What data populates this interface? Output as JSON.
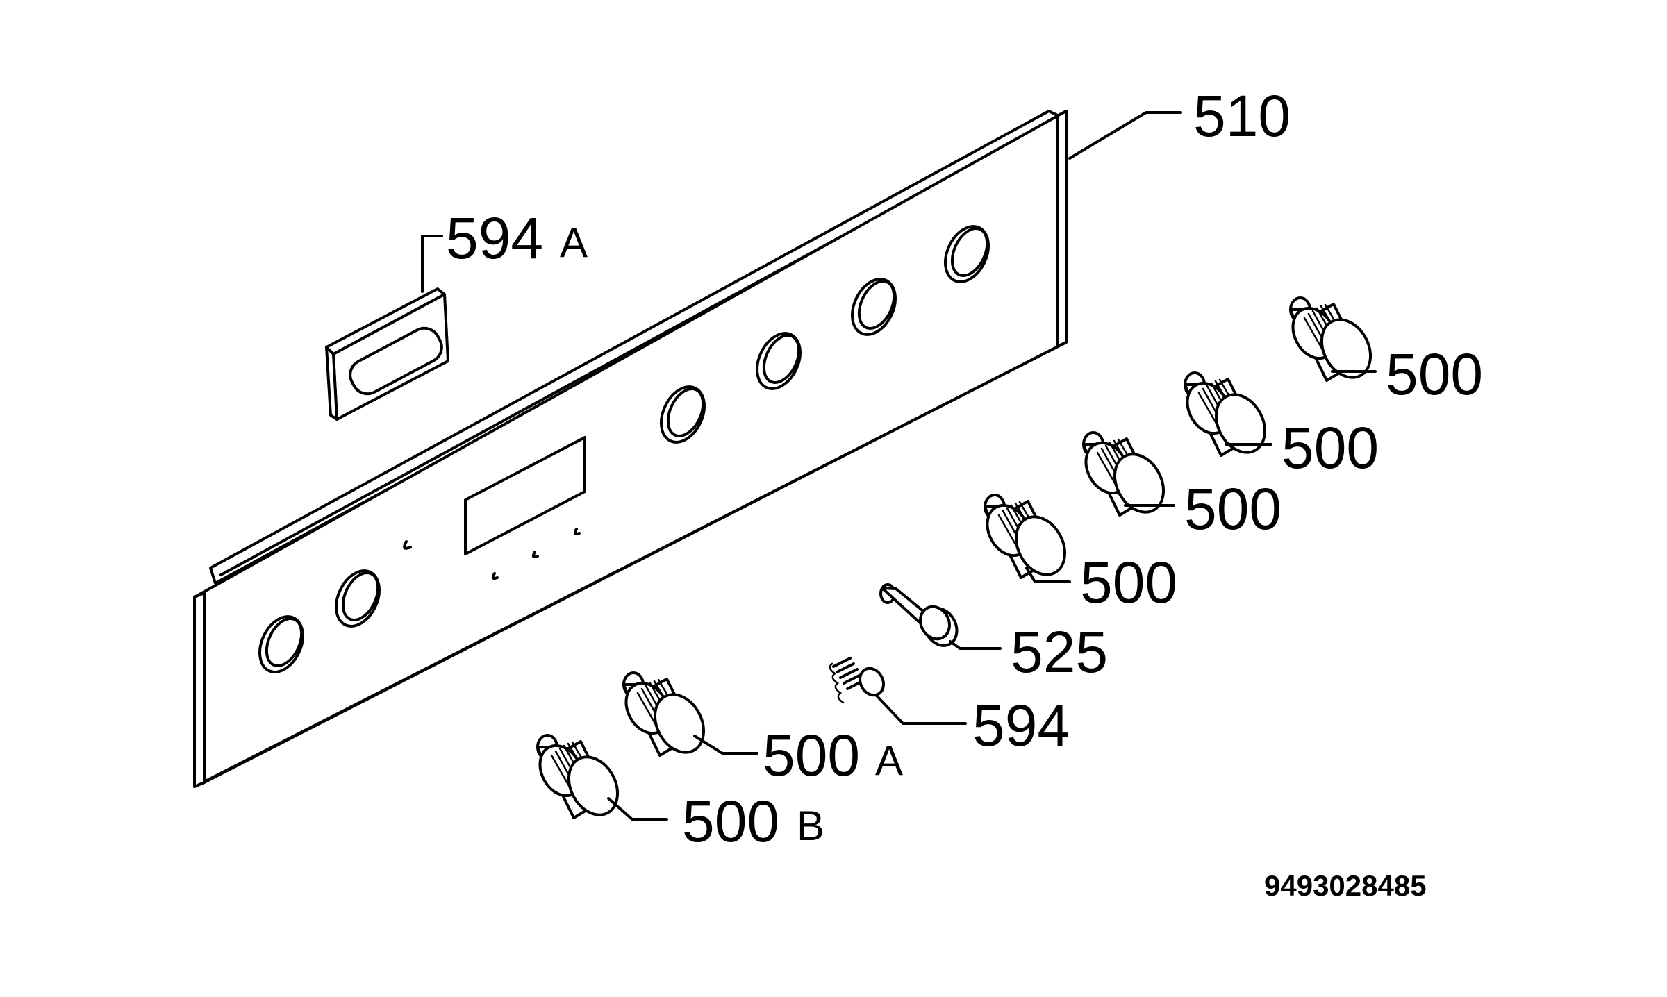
{
  "diagram": {
    "labels": {
      "panel": "510",
      "bracket": "594",
      "bracket_suffix": "A",
      "knob_1": "500",
      "knob_2": "500",
      "knob_3": "500",
      "knob_4": "500",
      "pin": "525",
      "spring": "594",
      "knob_a": "500",
      "knob_a_suffix": "A",
      "knob_b": "500",
      "knob_b_suffix": "B"
    },
    "drawing_number": "9493028485"
  }
}
